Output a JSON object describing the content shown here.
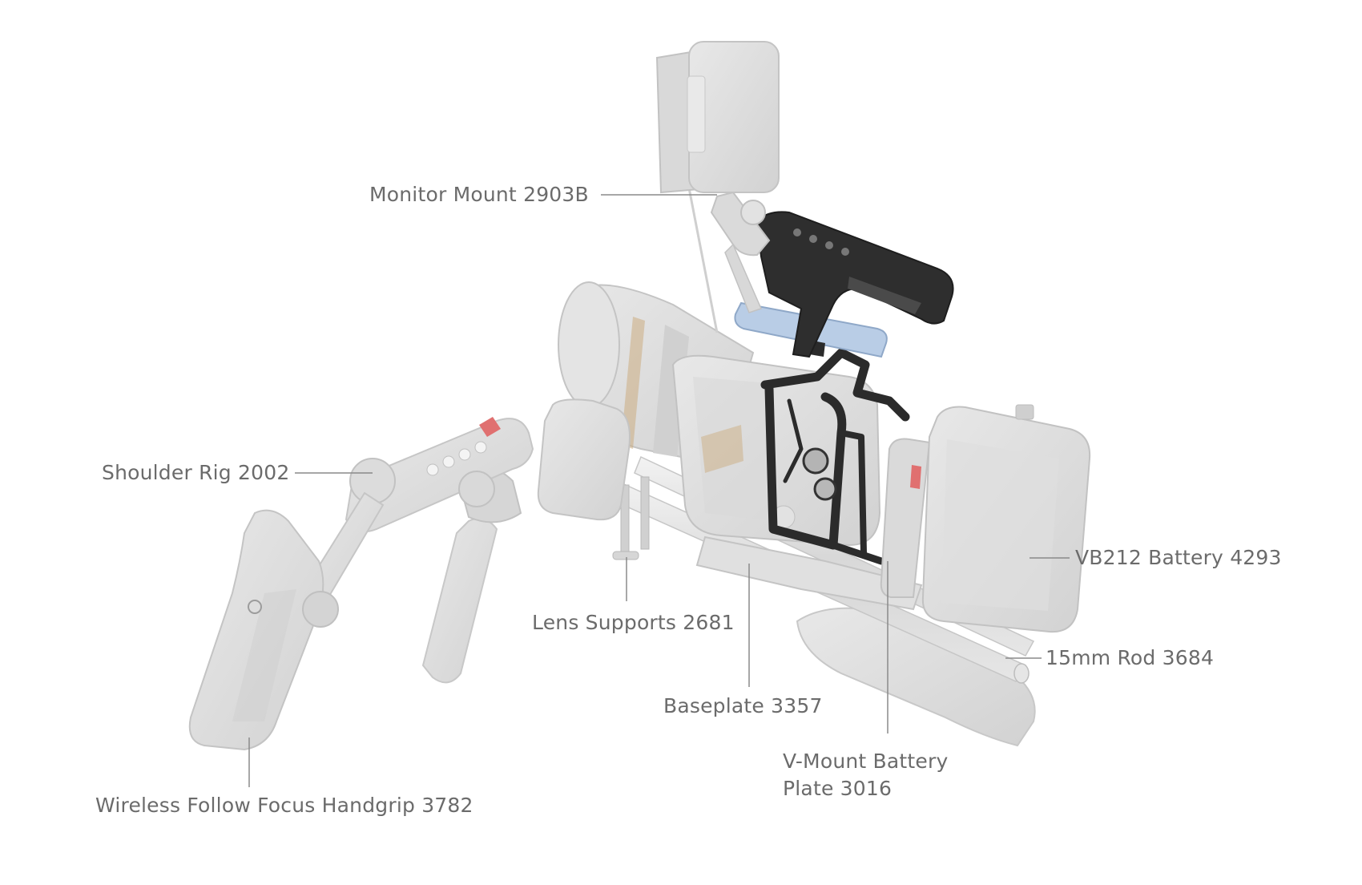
{
  "labels": {
    "monitor_mount": "Monitor Mount 2903B",
    "shoulder_rig": "Shoulder Rig 2002",
    "vb212_battery": "VB212 Battery 4293",
    "lens_supports": "Lens Supports 2681",
    "rod_15mm": "15mm Rod 3684",
    "baseplate": "Baseplate 3357",
    "vmount_plate_line1": "V-Mount Battery",
    "vmount_plate_line2": "Plate 3016",
    "handgrip": "Wireless Follow Focus Handgrip 3782"
  },
  "colors": {
    "background": "#ffffff",
    "label_text": "#6b6b6b",
    "leader_line": "#8a8a8a",
    "faded_part": "#dcdcdc",
    "faded_part_edge": "#c4c4c4",
    "cage_black": "#2b2b2b",
    "ssd_blue": "#b9cde6",
    "accent_red": "#e07070",
    "lens_gold": "#c9a878"
  }
}
